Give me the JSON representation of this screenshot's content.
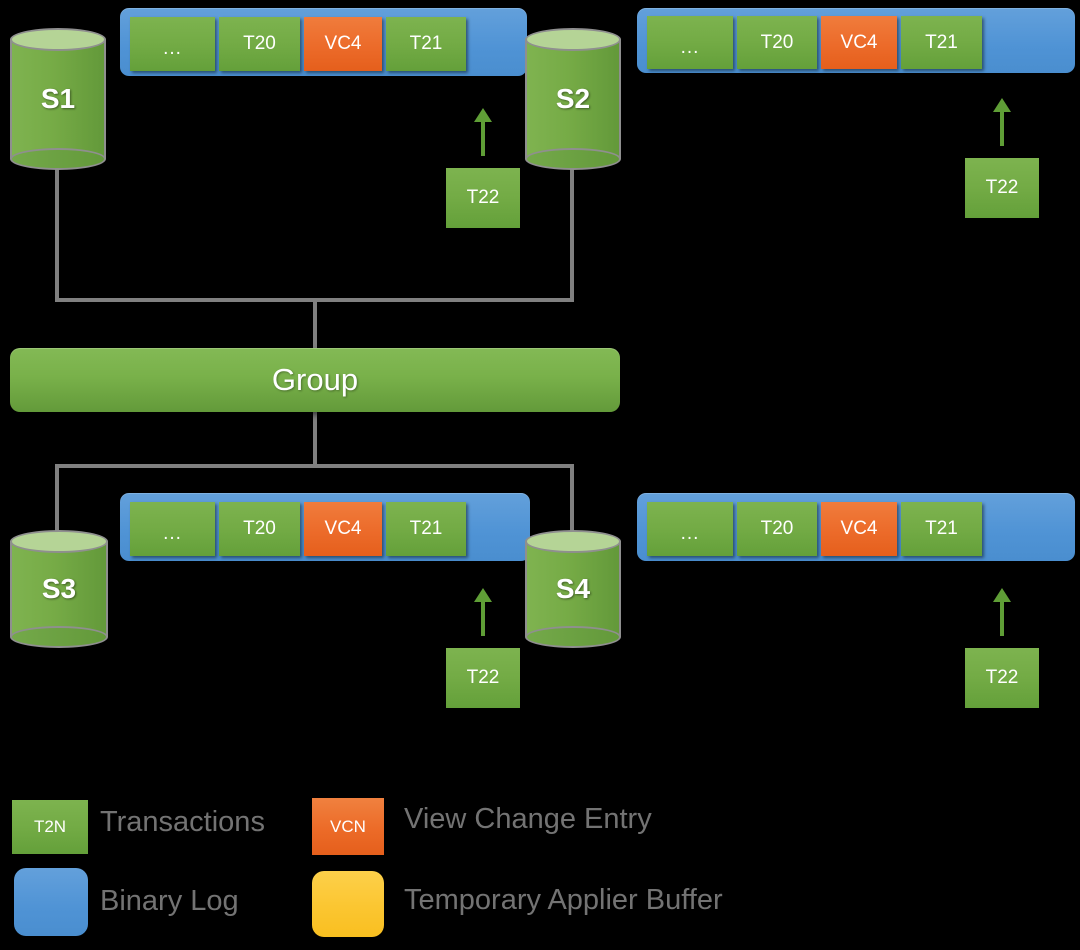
{
  "diagram": {
    "title_text": "",
    "background_color": "#000000",
    "colors": {
      "transaction_green": "#73ab45",
      "view_change_orange": "#ec6b2a",
      "binary_log_blue": "#4f93d5",
      "applier_buffer_yellow": "#fbc631",
      "connector_gray": "#808080",
      "legend_text_gray": "#737373",
      "cylinder_top_green": "#b5d496"
    },
    "group": {
      "label": "Group"
    },
    "servers": [
      {
        "id": "s1",
        "label": "S1"
      },
      {
        "id": "s2",
        "label": "S2"
      },
      {
        "id": "s3",
        "label": "S3"
      },
      {
        "id": "s4",
        "label": "S4"
      }
    ],
    "binary_logs": [
      {
        "id": "log-s1",
        "owner": "S1",
        "entries": [
          {
            "label": "...",
            "kind": "transaction"
          },
          {
            "label": "T20",
            "kind": "transaction"
          },
          {
            "label": "VC4",
            "kind": "view-change"
          },
          {
            "label": "T21",
            "kind": "transaction"
          }
        ]
      },
      {
        "id": "log-s2",
        "owner": "S2",
        "entries": [
          {
            "label": "...",
            "kind": "transaction"
          },
          {
            "label": "T20",
            "kind": "transaction"
          },
          {
            "label": "VC4",
            "kind": "view-change"
          },
          {
            "label": "T21",
            "kind": "transaction"
          }
        ]
      },
      {
        "id": "log-s3",
        "owner": "S3",
        "entries": [
          {
            "label": "...",
            "kind": "transaction"
          },
          {
            "label": "T20",
            "kind": "transaction"
          },
          {
            "label": "VC4",
            "kind": "view-change"
          },
          {
            "label": "T21",
            "kind": "transaction"
          }
        ]
      },
      {
        "id": "log-s4",
        "owner": "S4",
        "entries": [
          {
            "label": "...",
            "kind": "transaction"
          },
          {
            "label": "T20",
            "kind": "transaction"
          },
          {
            "label": "VC4",
            "kind": "view-change"
          },
          {
            "label": "T21",
            "kind": "transaction"
          }
        ]
      }
    ],
    "pending_transactions": [
      {
        "id": "pending-1",
        "label": "T22"
      },
      {
        "id": "pending-2",
        "label": "T22"
      },
      {
        "id": "pending-3",
        "label": "T22"
      },
      {
        "id": "pending-4",
        "label": "T22"
      }
    ],
    "legend": {
      "items": [
        {
          "swatch_label": "T2N",
          "text": "Transactions",
          "shape": "square",
          "color": "#73ab45"
        },
        {
          "swatch_label": "VCN",
          "text": "View Change Entry",
          "shape": "square",
          "color": "#ec6b2a"
        },
        {
          "swatch_label": "",
          "text": "Binary Log",
          "shape": "rounded",
          "color": "#4f93d5"
        },
        {
          "swatch_label": "",
          "text": "Temporary Applier Buffer",
          "shape": "rounded",
          "color": "#fbc631"
        }
      ]
    }
  }
}
